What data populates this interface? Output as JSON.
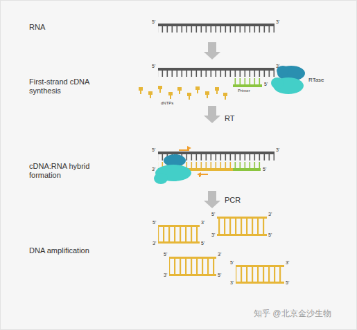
{
  "diagram": {
    "labels": [
      "RNA",
      "5'",
      "3'",
      "First-strand cDNA synthesis",
      "5'",
      "3'",
      "dNTPs",
      "Primer",
      "5'",
      "RTase",
      "RT",
      "cDNA:RNA hybrid formation",
      "5'",
      "3'",
      "3'",
      "5'",
      "PCR",
      "DNA amplification",
      "5'",
      "3'",
      "3'",
      "5'",
      "5'",
      "3'",
      "3'",
      "5'",
      "5'",
      "3'",
      "3'",
      "5'",
      "5'",
      "3'",
      "3'",
      "5'",
      "知乎 @北京金沙生物"
    ]
  }
}
